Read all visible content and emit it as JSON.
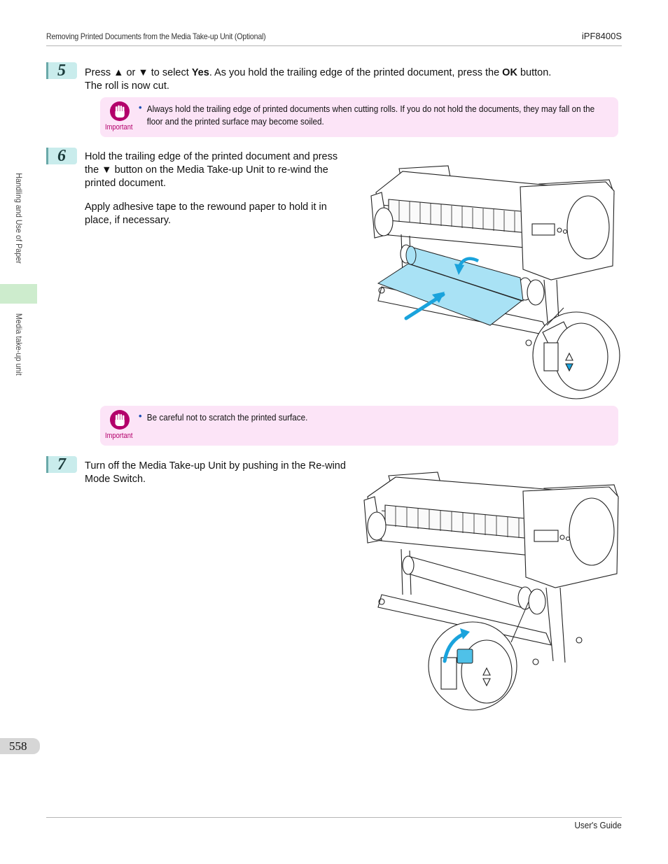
{
  "header": {
    "section_title": "Removing Printed Documents from the Media Take-up Unit (Optional)",
    "model": "iPF8400S"
  },
  "side_tabs": {
    "chapter": "Handling and Use of Paper",
    "section": "Media take-up unit"
  },
  "steps": [
    {
      "number": "5",
      "text_a": "Press ▲ or ▼ to select ",
      "bold_a": "Yes",
      "text_b": ". As you hold the trailing edge of the printed document, press the ",
      "bold_b": "OK",
      "text_c": " button.",
      "line2": "The roll is now cut."
    },
    {
      "number": "6",
      "para1": "Hold the trailing edge of the printed document and press the ▼ button on the Media Take-up Unit to re-wind the printed document.",
      "para2": "Apply adhesive tape to the rewound paper to hold it in place, if necessary."
    },
    {
      "number": "7",
      "para1": "Turn off the Media Take-up Unit by pushing in the Re-wind Mode Switch."
    }
  ],
  "important_notes": [
    {
      "label": "Important",
      "bullet": "•",
      "text": "Always hold the trailing edge of printed documents when cutting rolls. If you do not hold the documents, they may fall on the floor and the printed surface may become soiled."
    },
    {
      "label": "Important",
      "bullet": "•",
      "text": "Be careful not to scratch the printed surface."
    }
  ],
  "footer": {
    "page_number": "558",
    "guide_name": "User's Guide"
  },
  "colors": {
    "important_bg": "#fce4f7",
    "important_accent": "#b3006b",
    "step_badge": "#c9ecec",
    "illustration_highlight": "#a9e2f5",
    "arrow_blue": "#1aa3dc"
  }
}
